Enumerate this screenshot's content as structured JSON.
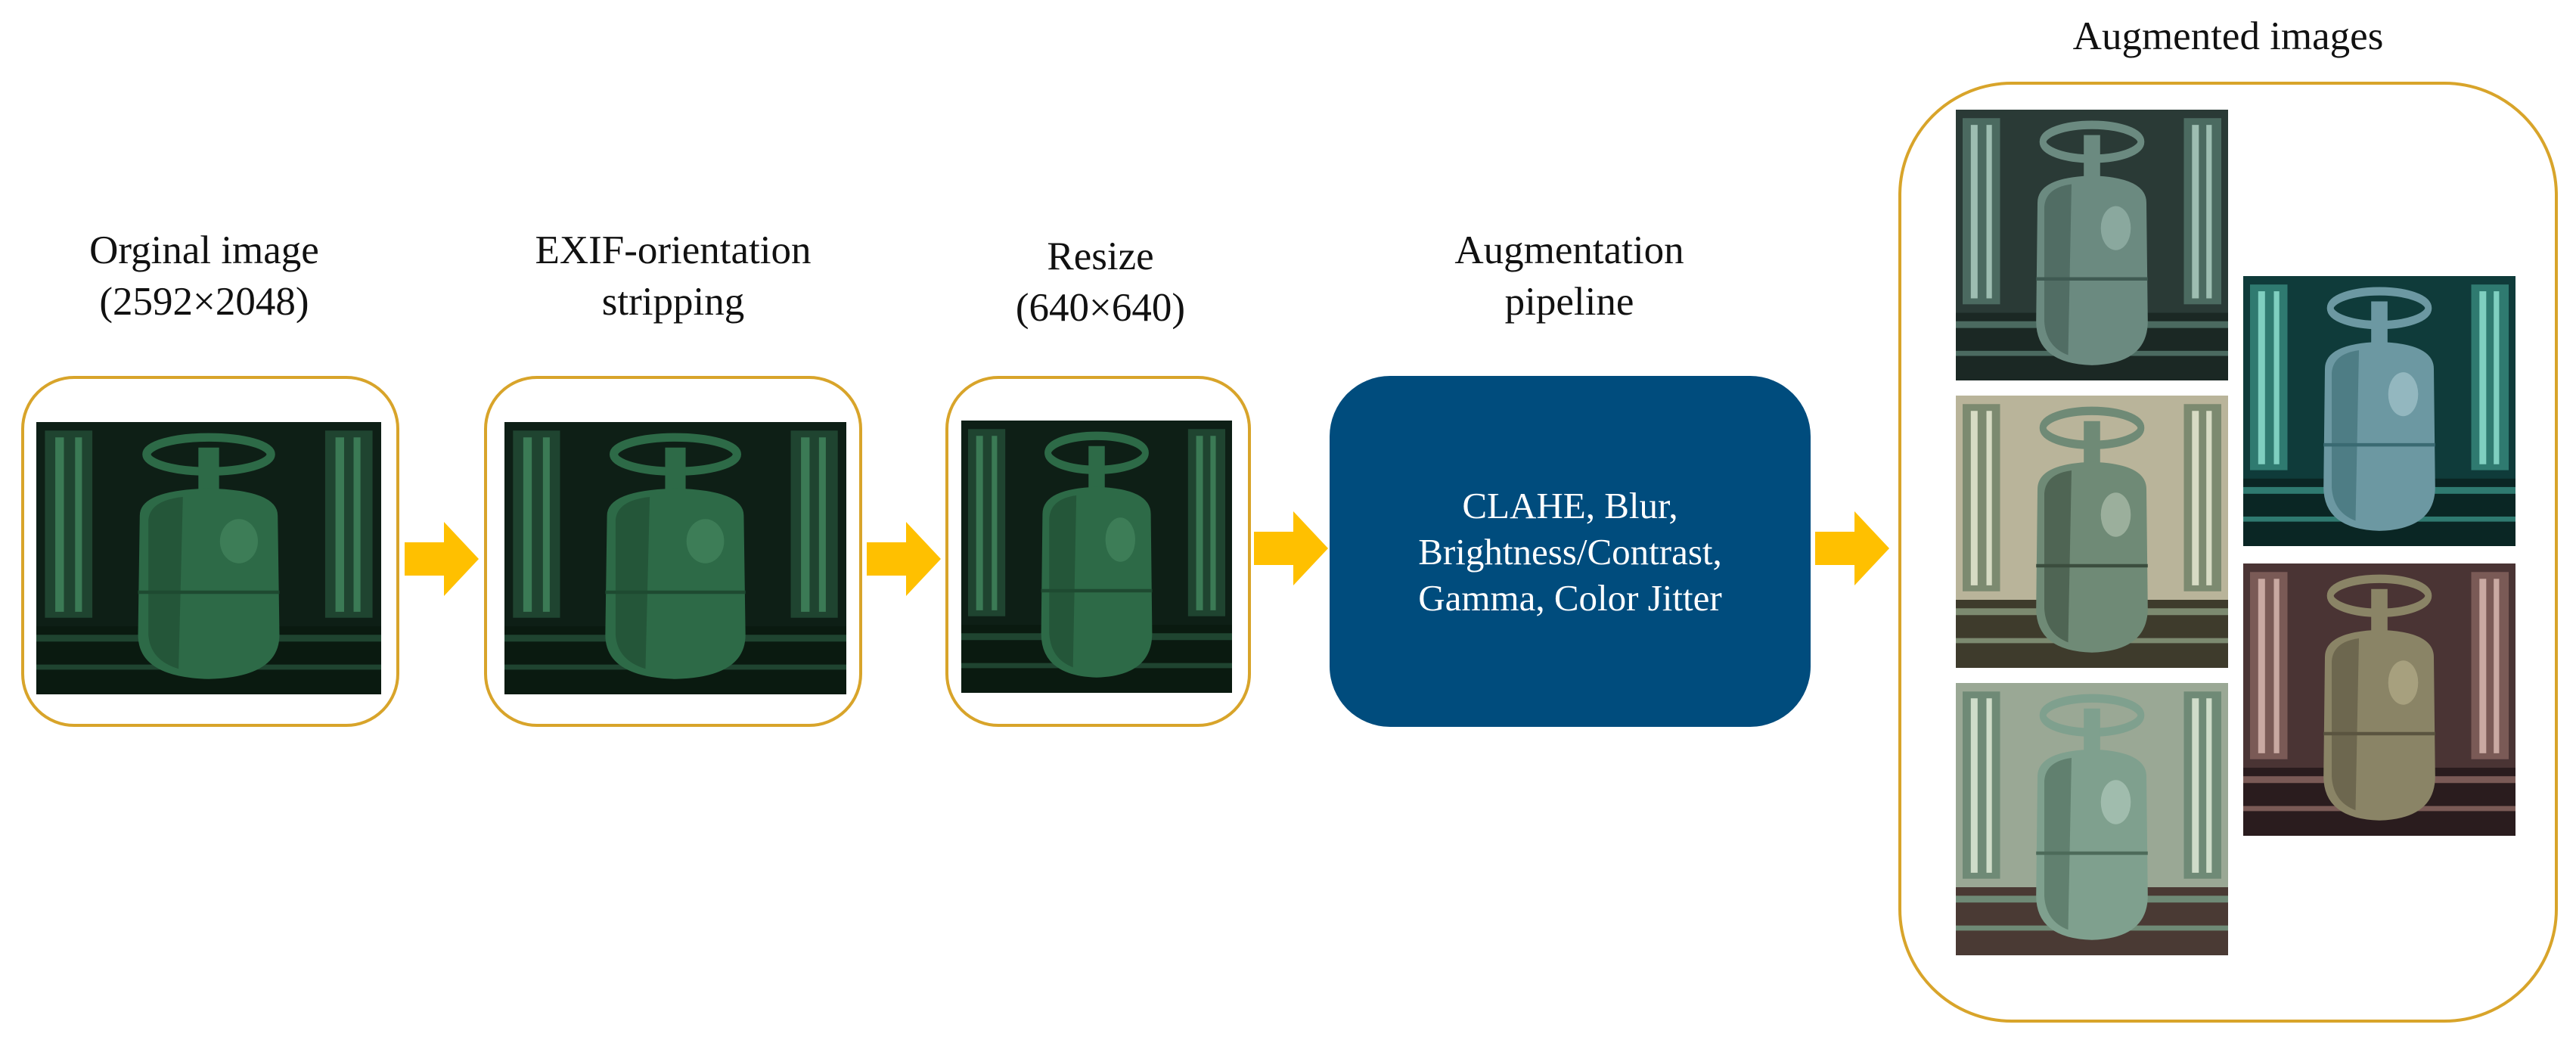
{
  "stages": [
    {
      "title_line1": "Orginal image",
      "title_line2": "(2592×2048)"
    },
    {
      "title_line1": "EXIF-orientation",
      "title_line2": "stripping"
    },
    {
      "title_line1": "Resize",
      "title_line2": "(640×640)"
    },
    {
      "title_line1": "Augmentation",
      "title_line2": "pipeline"
    }
  ],
  "pipeline": {
    "lines": [
      "CLAHE, Blur,",
      "Brightness/Contrast,",
      "Gamma, Color  Jitter"
    ]
  },
  "augmented": {
    "title": "Augmented images"
  },
  "colors": {
    "border": "#d8a42a",
    "arrow": "#ffc000",
    "pipeline_fill": "#004c7d"
  },
  "icons": {
    "arrow": "right-block-arrow",
    "photo": "gas-cylinder-photo"
  }
}
